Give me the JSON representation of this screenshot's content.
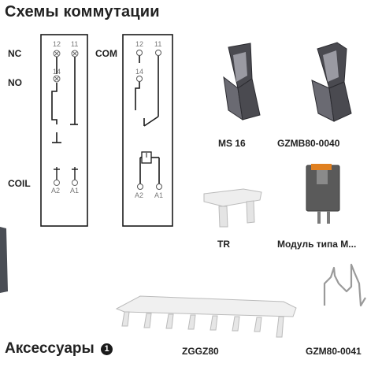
{
  "header": {
    "title": "Схемы коммутации"
  },
  "diagram_left": {
    "labels": {
      "nc": "NC",
      "no": "NO",
      "coil": "COIL"
    },
    "pins": {
      "p12": "12",
      "p11": "11",
      "p14": "14",
      "a2": "A2",
      "a1": "A1"
    }
  },
  "diagram_right": {
    "labels": {
      "com": "COM"
    },
    "pins": {
      "p12": "12",
      "p11": "11",
      "p14": "14",
      "a2": "A2",
      "a1": "A1"
    }
  },
  "products": [
    {
      "caption": "MS 16"
    },
    {
      "caption": "GZMB80-0040"
    },
    {
      "caption": "TR"
    },
    {
      "caption": "Модуль типа M..."
    },
    {
      "caption": "ZGGZ80"
    },
    {
      "caption": "GZM80-0041"
    }
  ],
  "footer": {
    "title": "Аксессуары",
    "badge": "1"
  },
  "colors": {
    "text": "#222222",
    "line": "#1a1a1a",
    "metal": "#4a4a50",
    "grey_module": "#5a5a5a"
  }
}
